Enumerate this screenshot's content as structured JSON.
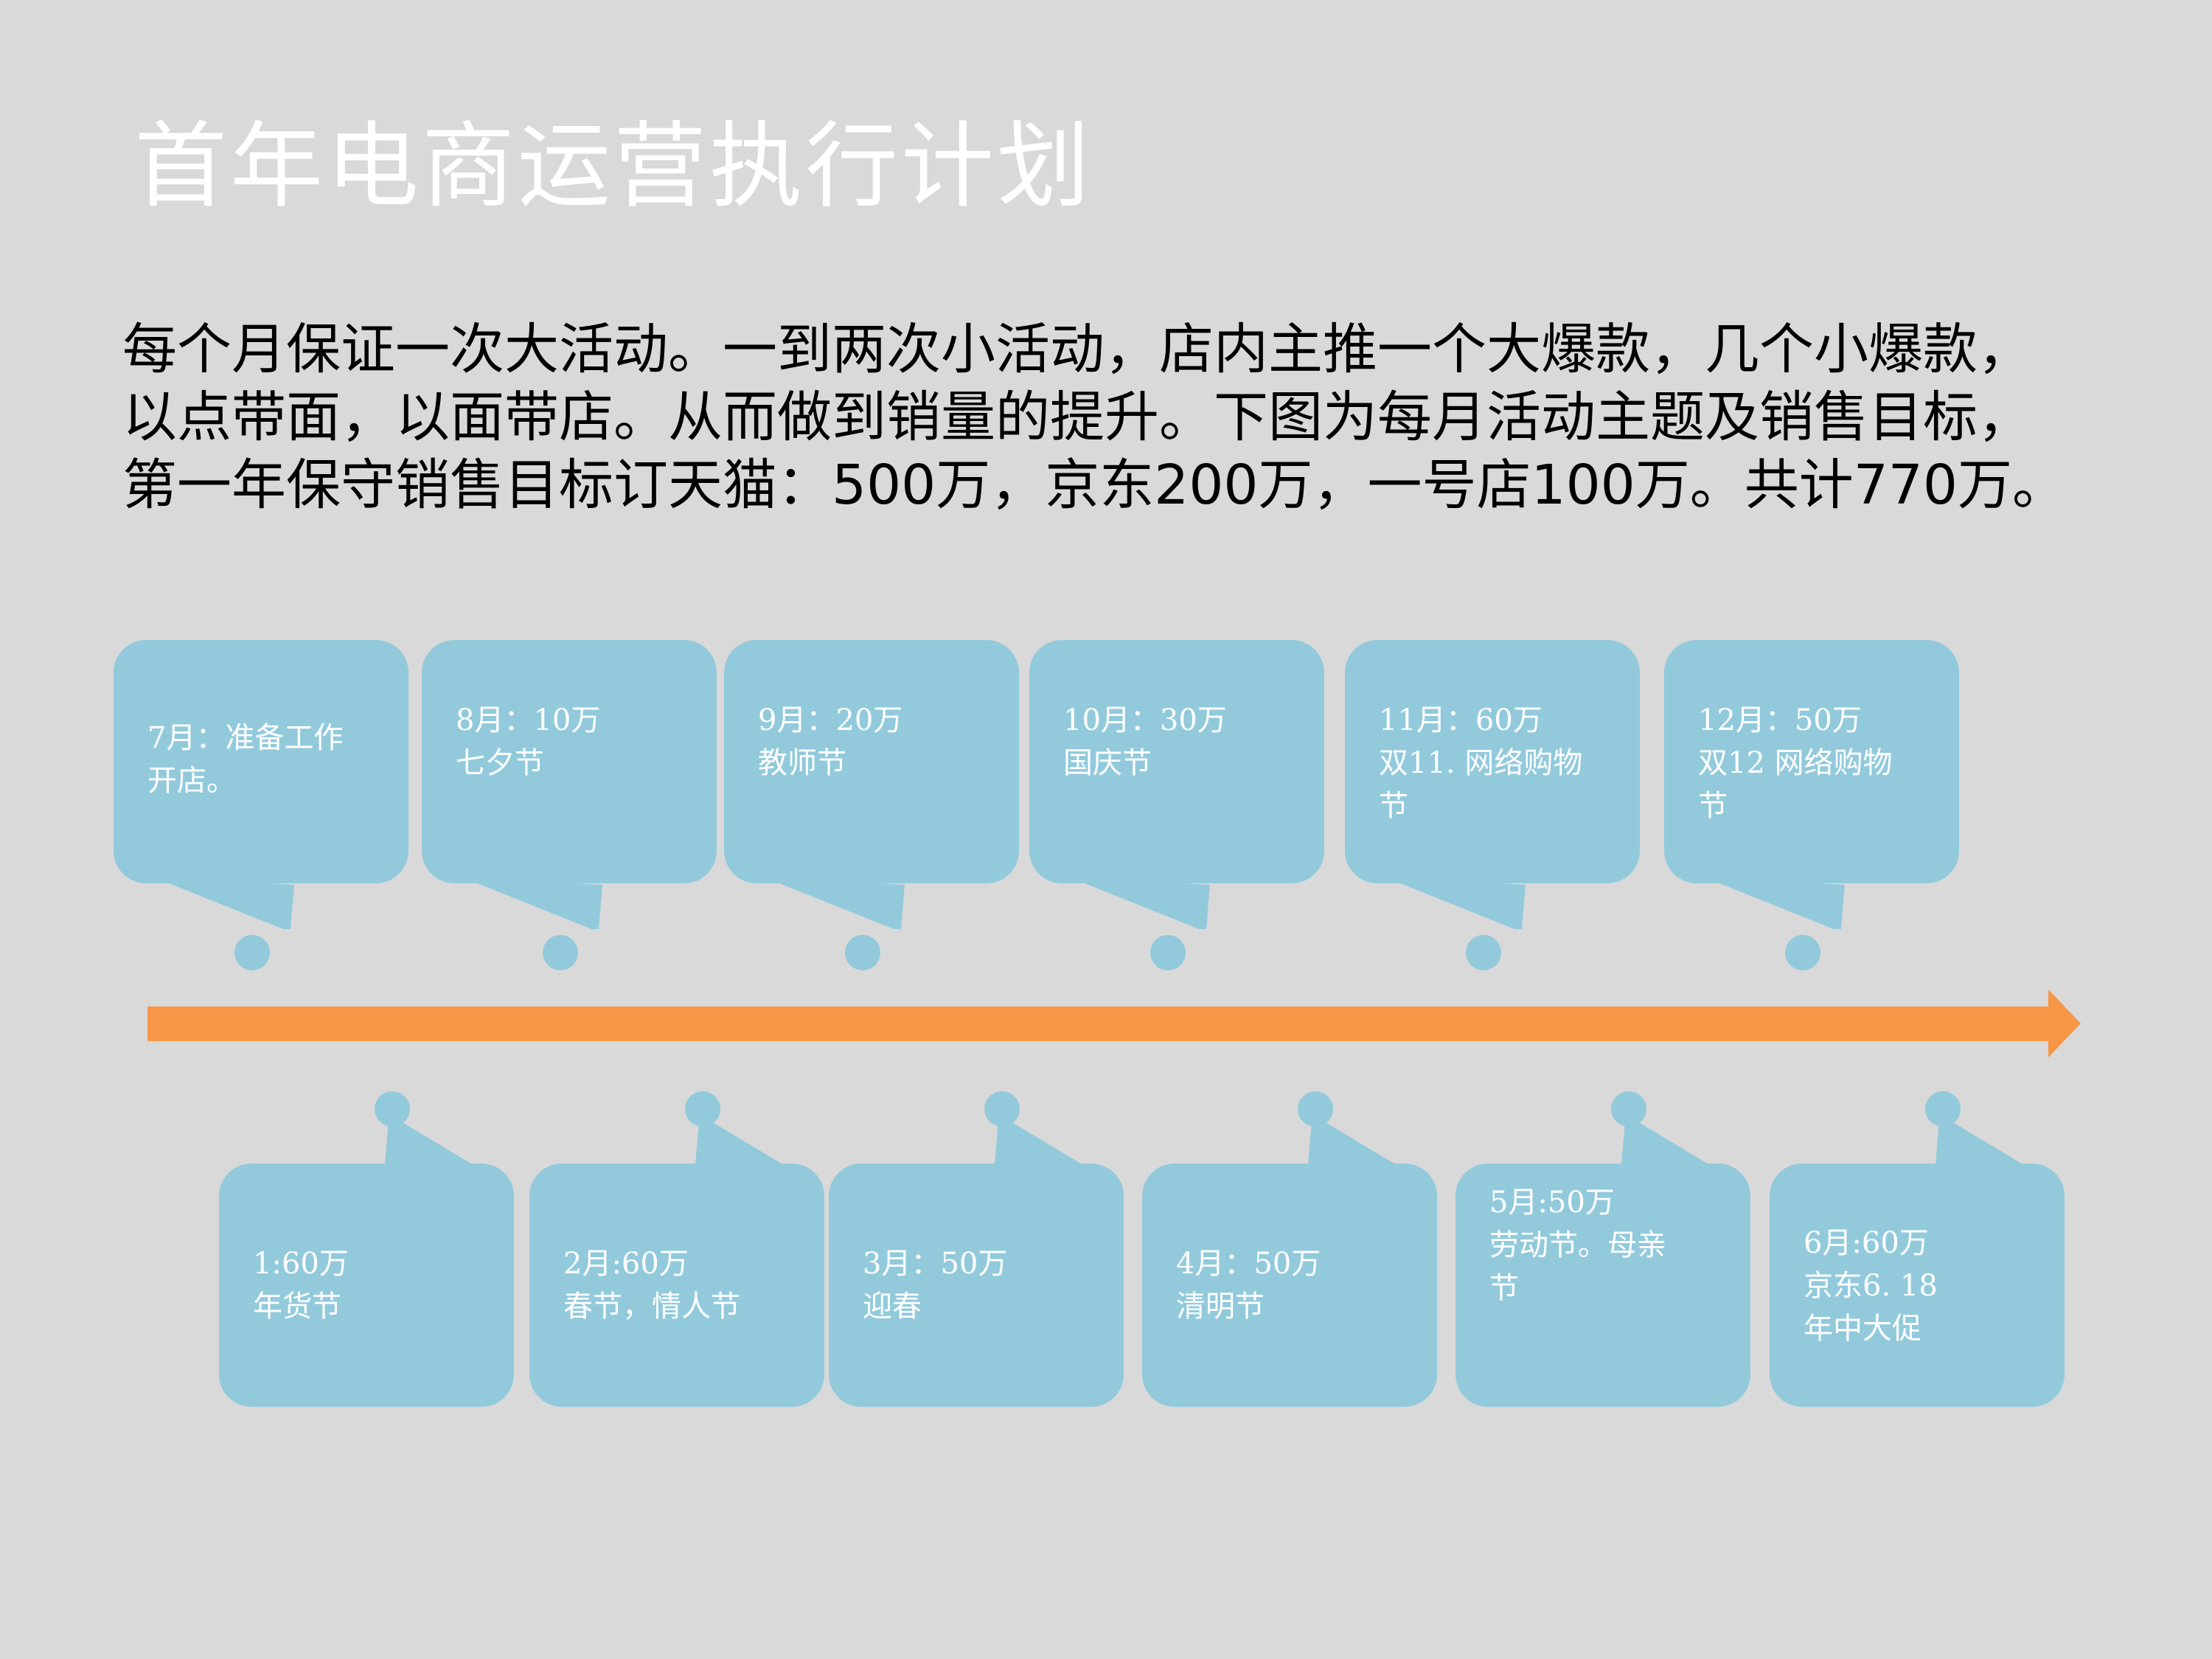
{
  "slide": {
    "title": "首年电商运营执行计划",
    "intro_lines": [
      "每个月保证一次大活动。一到两次小活动，店内主推一个大爆款，几个小爆款，",
      "以点带面，以面带店。从而做到销量的提升。下图为每月活动主题及销售目标，",
      "第一年保守销售目标订天猫：500万，京东200万，一号店100万。共计770万。"
    ]
  },
  "colors": {
    "background": "#d9d9d9",
    "bubble": "#92cadc",
    "arrow": "#f79646",
    "text_white": "#ffffff"
  },
  "timeline": {
    "top_bubbles": [
      {
        "lines": [
          "7月：准备工作",
          "开店。"
        ]
      },
      {
        "lines": [
          "8月：10万",
          "七夕节"
        ]
      },
      {
        "lines": [
          "9月：20万",
          "教师节"
        ]
      },
      {
        "lines": [
          "10月：30万",
          "国庆节"
        ]
      },
      {
        "lines": [
          "11月：60万",
          "双11. 网络购物",
          "节"
        ]
      },
      {
        "lines": [
          "12月：50万",
          "双12  网络购物",
          "节"
        ]
      }
    ],
    "bottom_bubbles": [
      {
        "lines": [
          "1:60万",
          "年货节"
        ]
      },
      {
        "lines": [
          "2月:60万",
          "春节，情人节"
        ]
      },
      {
        "lines": [
          "3月：50万",
          "迎春"
        ]
      },
      {
        "lines": [
          "4月：50万",
          "清明节"
        ]
      },
      {
        "lines": [
          "5月:50万",
          "劳动节。母亲",
          "节"
        ]
      },
      {
        "lines": [
          "6月:60万",
          "京东6. 18",
          "年中大促"
        ]
      }
    ]
  }
}
